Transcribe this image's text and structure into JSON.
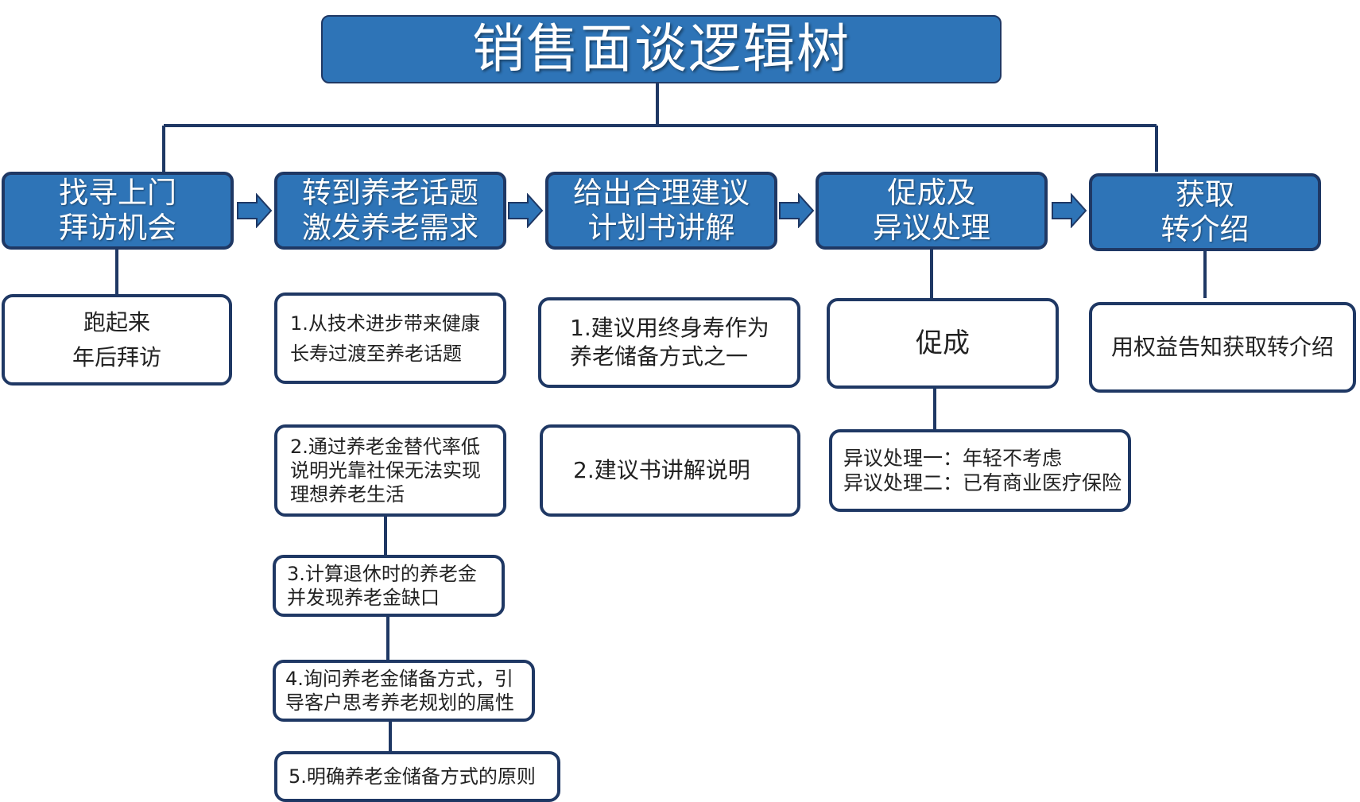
{
  "title": "销售面谈逻辑树",
  "colors": {
    "stage_fill": "#2e74b7",
    "stage_border": "#1f3864",
    "connector": "#1f3864"
  },
  "stages": [
    {
      "line1": "找寻上门",
      "line2": "拜访机会"
    },
    {
      "line1": "转到养老话题",
      "line2": "激发养老需求"
    },
    {
      "line1": "给出合理建议",
      "line2": "计划书讲解"
    },
    {
      "line1": "促成及",
      "line2": "异议处理"
    },
    {
      "line1": "获取",
      "line2": "转介绍"
    }
  ],
  "details": {
    "visit": {
      "line1": "跑起来",
      "line2": "年后拜访"
    },
    "pension": [
      {
        "line1": "1.从技术进步带来健康",
        "line2": "长寿过渡至养老话题"
      },
      {
        "line1": "2.通过养老金替代率低",
        "line2": "说明光靠社保无法实现",
        "line3": "理想养老生活"
      },
      {
        "line1": "3.计算退休时的养老金",
        "line2": "并发现养老金缺口"
      },
      {
        "line1": "4.询问养老金储备方式，引",
        "line2": "导客户思考养老规划的属性"
      },
      {
        "line1": "5.明确养老金储备方式的原则"
      }
    ],
    "proposal": [
      {
        "line1": "1.建议用终身寿作为",
        "line2": "养老储备方式之一"
      },
      {
        "line1": "2.建议书讲解说明"
      }
    ],
    "closing": {
      "label": "促成",
      "objection1": "异议处理一：年轻不考虑",
      "objection2": "异议处理二：已有商业医疗保险"
    },
    "referral": {
      "label": "用权益告知获取转介绍"
    }
  }
}
